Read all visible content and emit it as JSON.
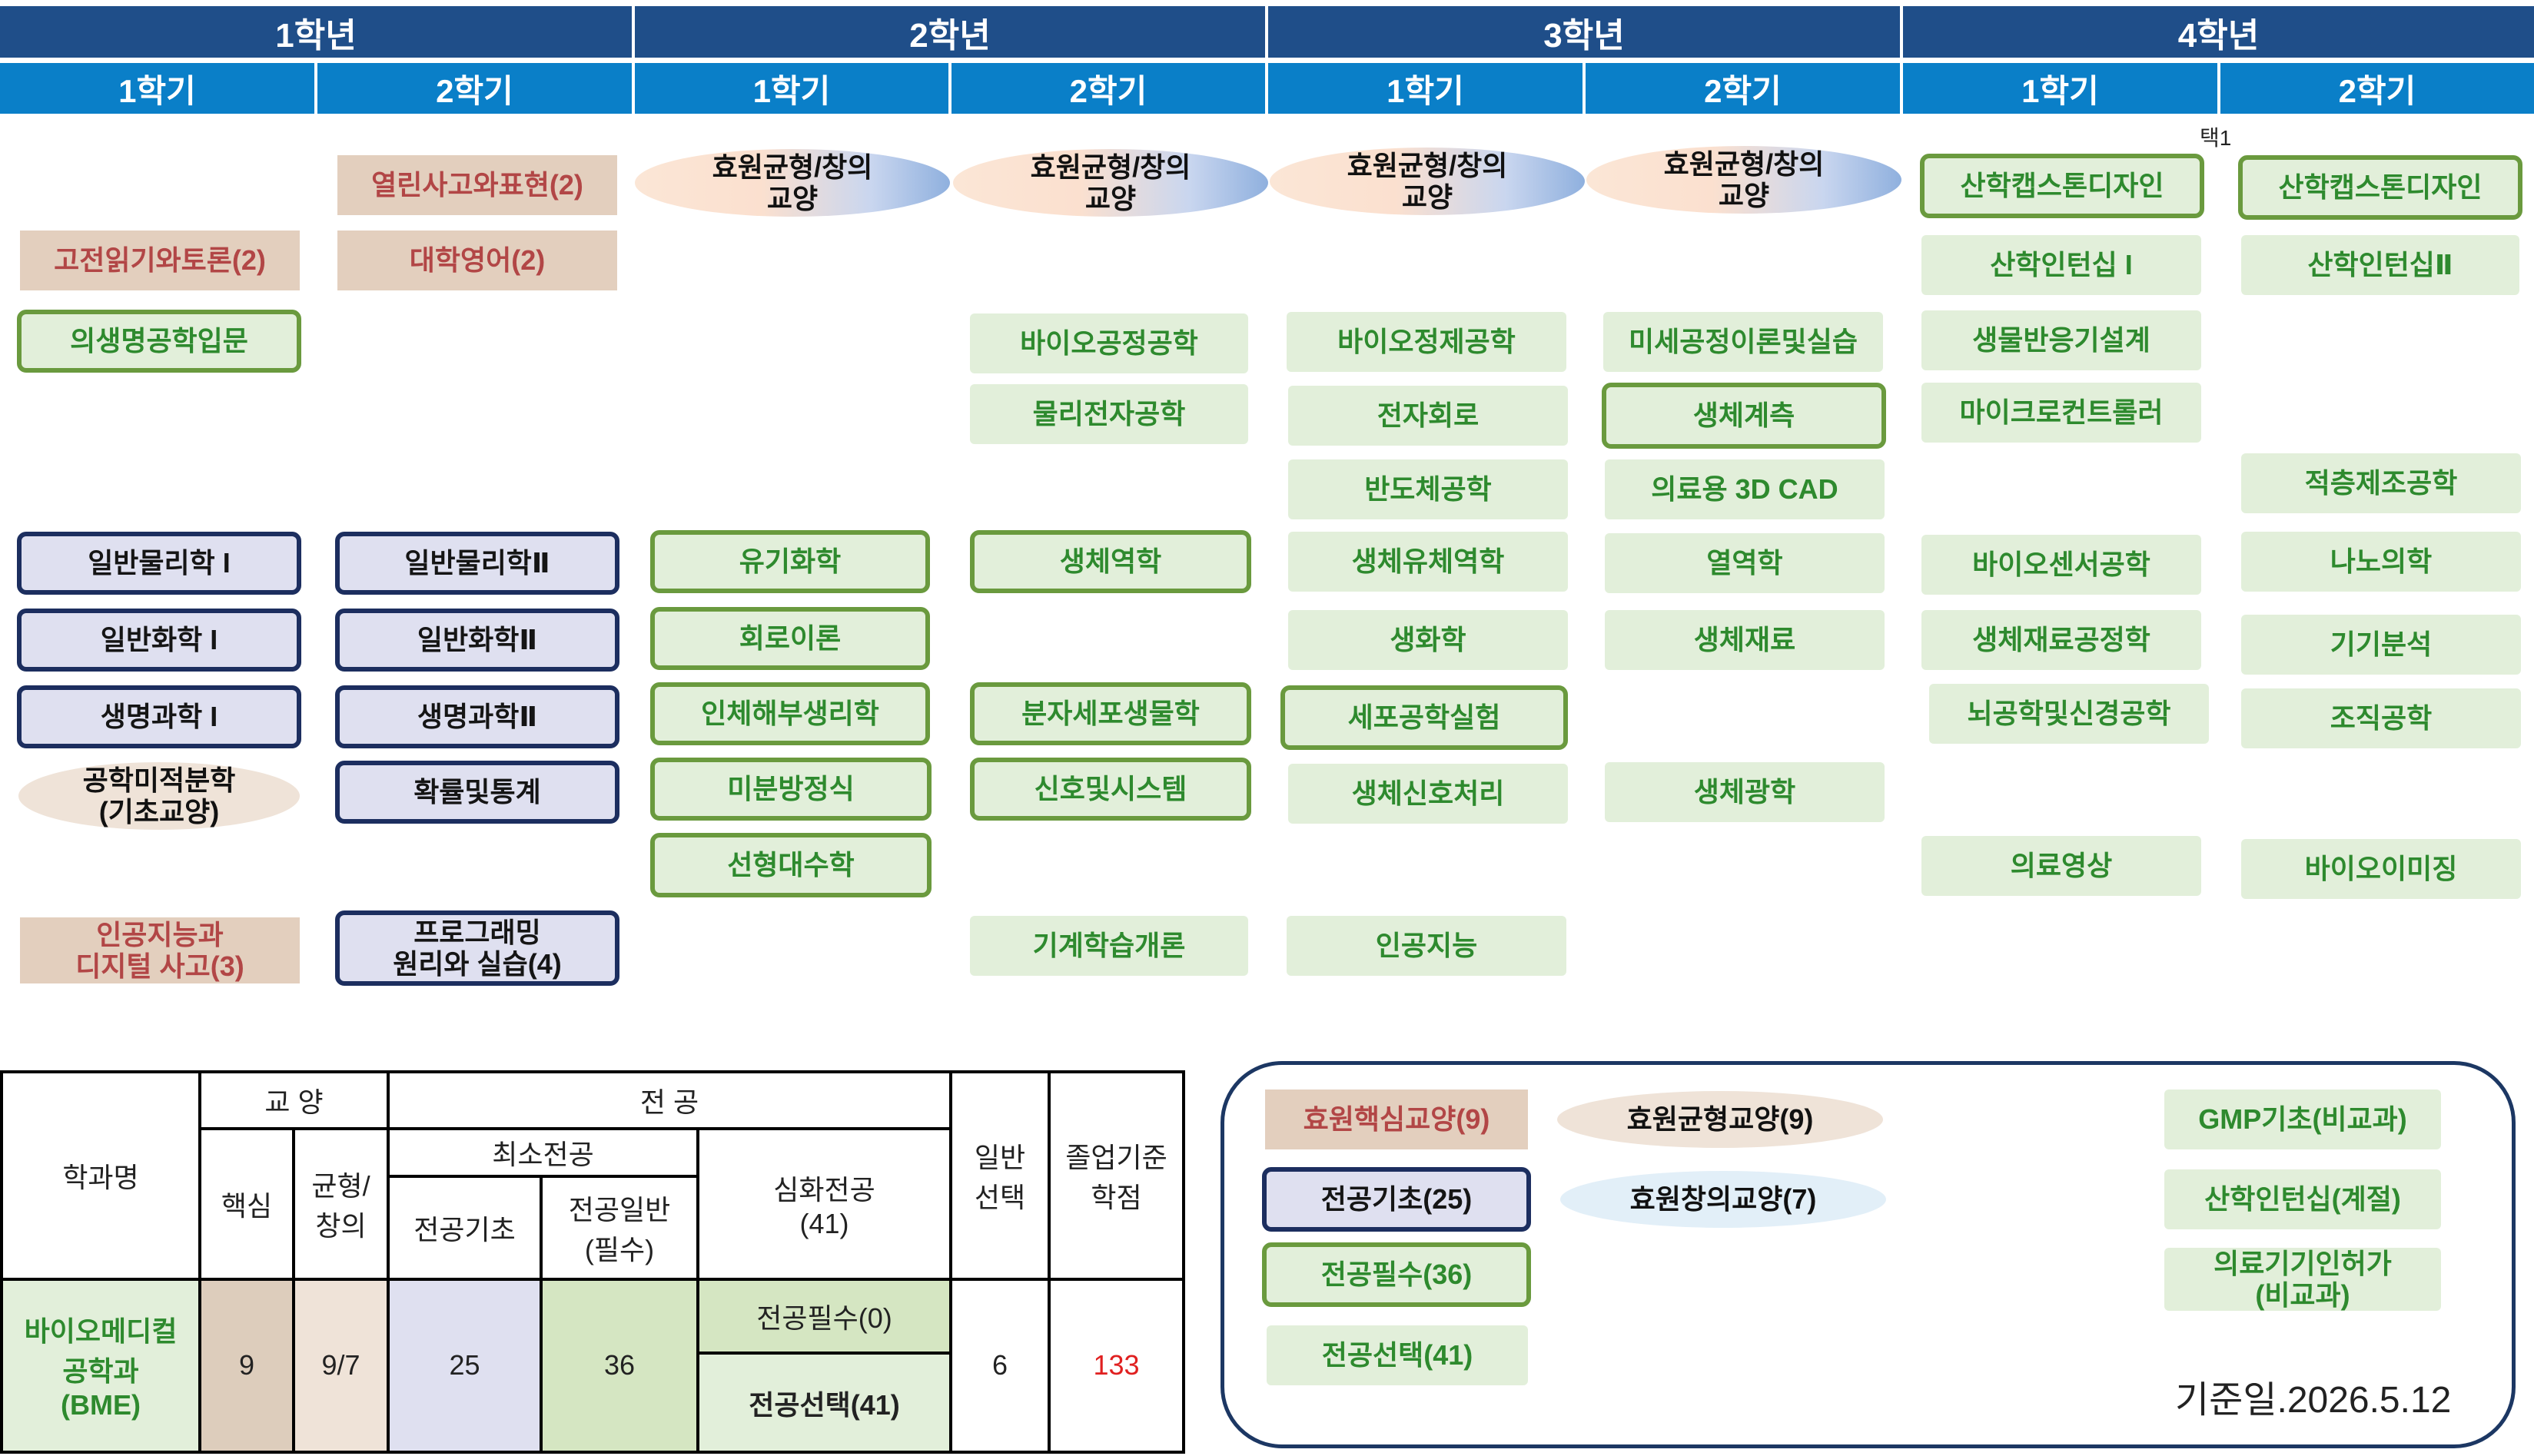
{
  "years": [
    "1학년",
    "2학년",
    "3학년",
    "4학년"
  ],
  "semesters": [
    "1학기",
    "2학기",
    "1학기",
    "2학기",
    "1학기",
    "2학기",
    "1학기",
    "2학기"
  ],
  "select_note": "택1",
  "courses": {
    "y1s1": [
      {
        "name": "고전읽기와토론(2)",
        "kind": "core"
      },
      {
        "name": "의생명공학입문",
        "kind": "req"
      },
      {
        "name": "일반물리학 I",
        "kind": "found"
      },
      {
        "name": "일반화학 I",
        "kind": "found"
      },
      {
        "name": "생명과학 I",
        "kind": "found"
      },
      {
        "name": "공학미적분학\n(기초교양)",
        "kind": "ell"
      },
      {
        "name": "인공지능과\n디지털 사고(3)",
        "kind": "core"
      }
    ],
    "y1s2": [
      {
        "name": "열린사고와표현(2)",
        "kind": "core"
      },
      {
        "name": "대학영어(2)",
        "kind": "core"
      },
      {
        "name": "일반물리학Ⅱ",
        "kind": "found"
      },
      {
        "name": "일반화학Ⅱ",
        "kind": "found"
      },
      {
        "name": "생명과학Ⅱ",
        "kind": "found"
      },
      {
        "name": "확률및통계",
        "kind": "found"
      },
      {
        "name": "프로그래밍\n원리와 실습(4)",
        "kind": "found"
      }
    ],
    "y2s1": [
      {
        "name": "효원균형/창의\n교양",
        "kind": "bal"
      },
      {
        "name": "유기화학",
        "kind": "req"
      },
      {
        "name": "회로이론",
        "kind": "req"
      },
      {
        "name": "인체해부생리학",
        "kind": "req"
      },
      {
        "name": "미분방정식",
        "kind": "req"
      },
      {
        "name": "선형대수학",
        "kind": "req"
      }
    ],
    "y2s2": [
      {
        "name": "효원균형/창의\n교양",
        "kind": "bal"
      },
      {
        "name": "바이오공정공학",
        "kind": "sel"
      },
      {
        "name": "물리전자공학",
        "kind": "sel"
      },
      {
        "name": "생체역학",
        "kind": "req"
      },
      {
        "name": "분자세포생물학",
        "kind": "req"
      },
      {
        "name": "신호및시스템",
        "kind": "req"
      },
      {
        "name": "기계학습개론",
        "kind": "sel"
      }
    ],
    "y3s1": [
      {
        "name": "효원균형/창의\n교양",
        "kind": "bal"
      },
      {
        "name": "바이오정제공학",
        "kind": "sel"
      },
      {
        "name": "전자회로",
        "kind": "sel"
      },
      {
        "name": "반도체공학",
        "kind": "sel"
      },
      {
        "name": "생체유체역학",
        "kind": "sel"
      },
      {
        "name": "생화학",
        "kind": "sel"
      },
      {
        "name": "세포공학실험",
        "kind": "req"
      },
      {
        "name": "생체신호처리",
        "kind": "sel"
      },
      {
        "name": "인공지능",
        "kind": "sel"
      }
    ],
    "y3s2": [
      {
        "name": "효원균형/창의\n교양",
        "kind": "bal"
      },
      {
        "name": "미세공정이론및실습",
        "kind": "sel"
      },
      {
        "name": "생체계측",
        "kind": "req"
      },
      {
        "name": "의료용 3D CAD",
        "kind": "sel"
      },
      {
        "name": "열역학",
        "kind": "sel"
      },
      {
        "name": "생체재료",
        "kind": "sel"
      },
      {
        "name": "생체광학",
        "kind": "sel"
      }
    ],
    "y4s1": [
      {
        "name": "산학캡스톤디자인",
        "kind": "req"
      },
      {
        "name": "산학인턴십 I",
        "kind": "sel"
      },
      {
        "name": "생물반응기설계",
        "kind": "sel"
      },
      {
        "name": "마이크로컨트롤러",
        "kind": "sel"
      },
      {
        "name": "바이오센서공학",
        "kind": "sel"
      },
      {
        "name": "생체재료공정학",
        "kind": "sel"
      },
      {
        "name": "뇌공학및신경공학",
        "kind": "sel"
      },
      {
        "name": "의료영상",
        "kind": "sel"
      }
    ],
    "y4s2": [
      {
        "name": "산학캡스톤디자인",
        "kind": "req"
      },
      {
        "name": "산학인턴십Ⅱ",
        "kind": "sel"
      },
      {
        "name": "적층제조공학",
        "kind": "sel"
      },
      {
        "name": "나노의학",
        "kind": "sel"
      },
      {
        "name": "기기분석",
        "kind": "sel"
      },
      {
        "name": "조직공학",
        "kind": "sel"
      },
      {
        "name": "바이오이미징",
        "kind": "sel"
      }
    ]
  },
  "table": {
    "dept_header": "학과명",
    "liberal": "교 양",
    "major": "전 공",
    "core": "핵심",
    "balance": "균형/\n창의",
    "min_major": "최소전공",
    "found": "전공기초",
    "general_req": "전공일반\n(필수)",
    "deep": "심화전공\n(41)",
    "free": "일반\n선택",
    "grad": "졸업기준\n학점",
    "dept": "바이오메디컬\n공학과\n(BME)",
    "v_core": "9",
    "v_balance": "9/7",
    "v_found": "25",
    "v_general": "36",
    "v_deep_req": "전공필수(0)",
    "v_deep_sel": "전공선택(41)",
    "v_free": "6",
    "v_grad": "133"
  },
  "legend": {
    "core": "효원핵심교양(9)",
    "balance": "효원균형교양(9)",
    "found": "전공기초(25)",
    "creative": "효원창의교양(7)",
    "req": "전공필수(36)",
    "sel": "전공선택(41)",
    "gmp": "GMP기초(비교과)",
    "intern": "산학인턴십(계절)",
    "device": "의료기기인허가\n(비교과)",
    "date": "기준일.2026.5.12"
  },
  "colors": {
    "year_header": "#1f4e89",
    "semester_header": "#0a7fc8",
    "major_text": "#2e8a2e",
    "core_text": "#b24646",
    "grad_total": "#e02020"
  }
}
